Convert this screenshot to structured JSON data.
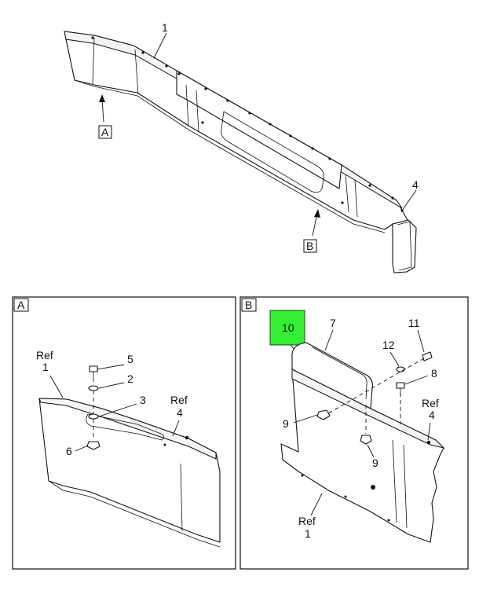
{
  "callouts": {
    "main": {
      "c1": "1",
      "c4": "4",
      "viewA": "A",
      "viewB": "B"
    },
    "detailA": {
      "tag": "A",
      "ref1_word": "Ref",
      "ref1_num": "1",
      "c5": "5",
      "c2": "2",
      "c3": "3",
      "ref4_word": "Ref",
      "ref4_num": "4",
      "c6": "6"
    },
    "detailB": {
      "tag": "B",
      "c10": "10",
      "c7": "7",
      "c11": "11",
      "c12": "12",
      "c8": "8",
      "ref4_word": "Ref",
      "ref4_num": "4",
      "c9a": "9",
      "c9b": "9",
      "ref1_word": "Ref",
      "ref1_num": "1"
    }
  },
  "colors": {
    "highlight": "#33ee33",
    "line": "#111111",
    "background": "#ffffff"
  }
}
